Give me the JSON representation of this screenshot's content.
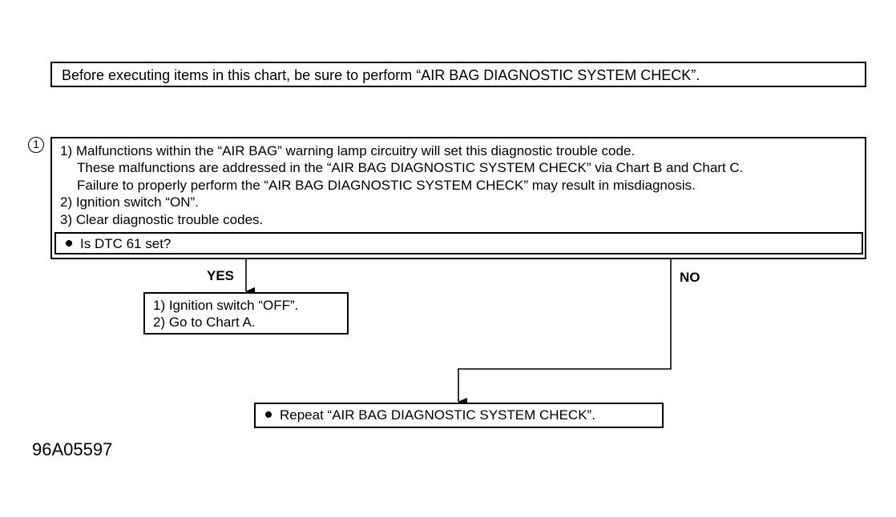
{
  "notice": "Before executing items in this chart, be sure to perform “AIR BAG DIAGNOSTIC SYSTEM CHECK”.",
  "step1": {
    "marker": "1",
    "lines": [
      "1) Malfunctions within the “AIR BAG” warning lamp circuitry will set this diagnostic trouble code.",
      "These malfunctions are addressed in the “AIR BAG DIAGNOSTIC SYSTEM CHECK” via Chart B and Chart C.",
      "Failure to properly perform the “AIR BAG DIAGNOSTIC SYSTEM CHECK” may result in misdiagnosis.",
      "2) Ignition switch “ON”.",
      "3) Clear diagnostic trouble codes."
    ],
    "question": "Is DTC 61 set?"
  },
  "branches": {
    "yes_label": "YES",
    "no_label": "NO"
  },
  "yes_action": {
    "lines": [
      "1) Ignition switch “OFF”.",
      "2) Go to Chart A."
    ]
  },
  "no_action": "Repeat “AIR BAG DIAGNOSTIC SYSTEM CHECK”.",
  "figure_id": "96A05597"
}
